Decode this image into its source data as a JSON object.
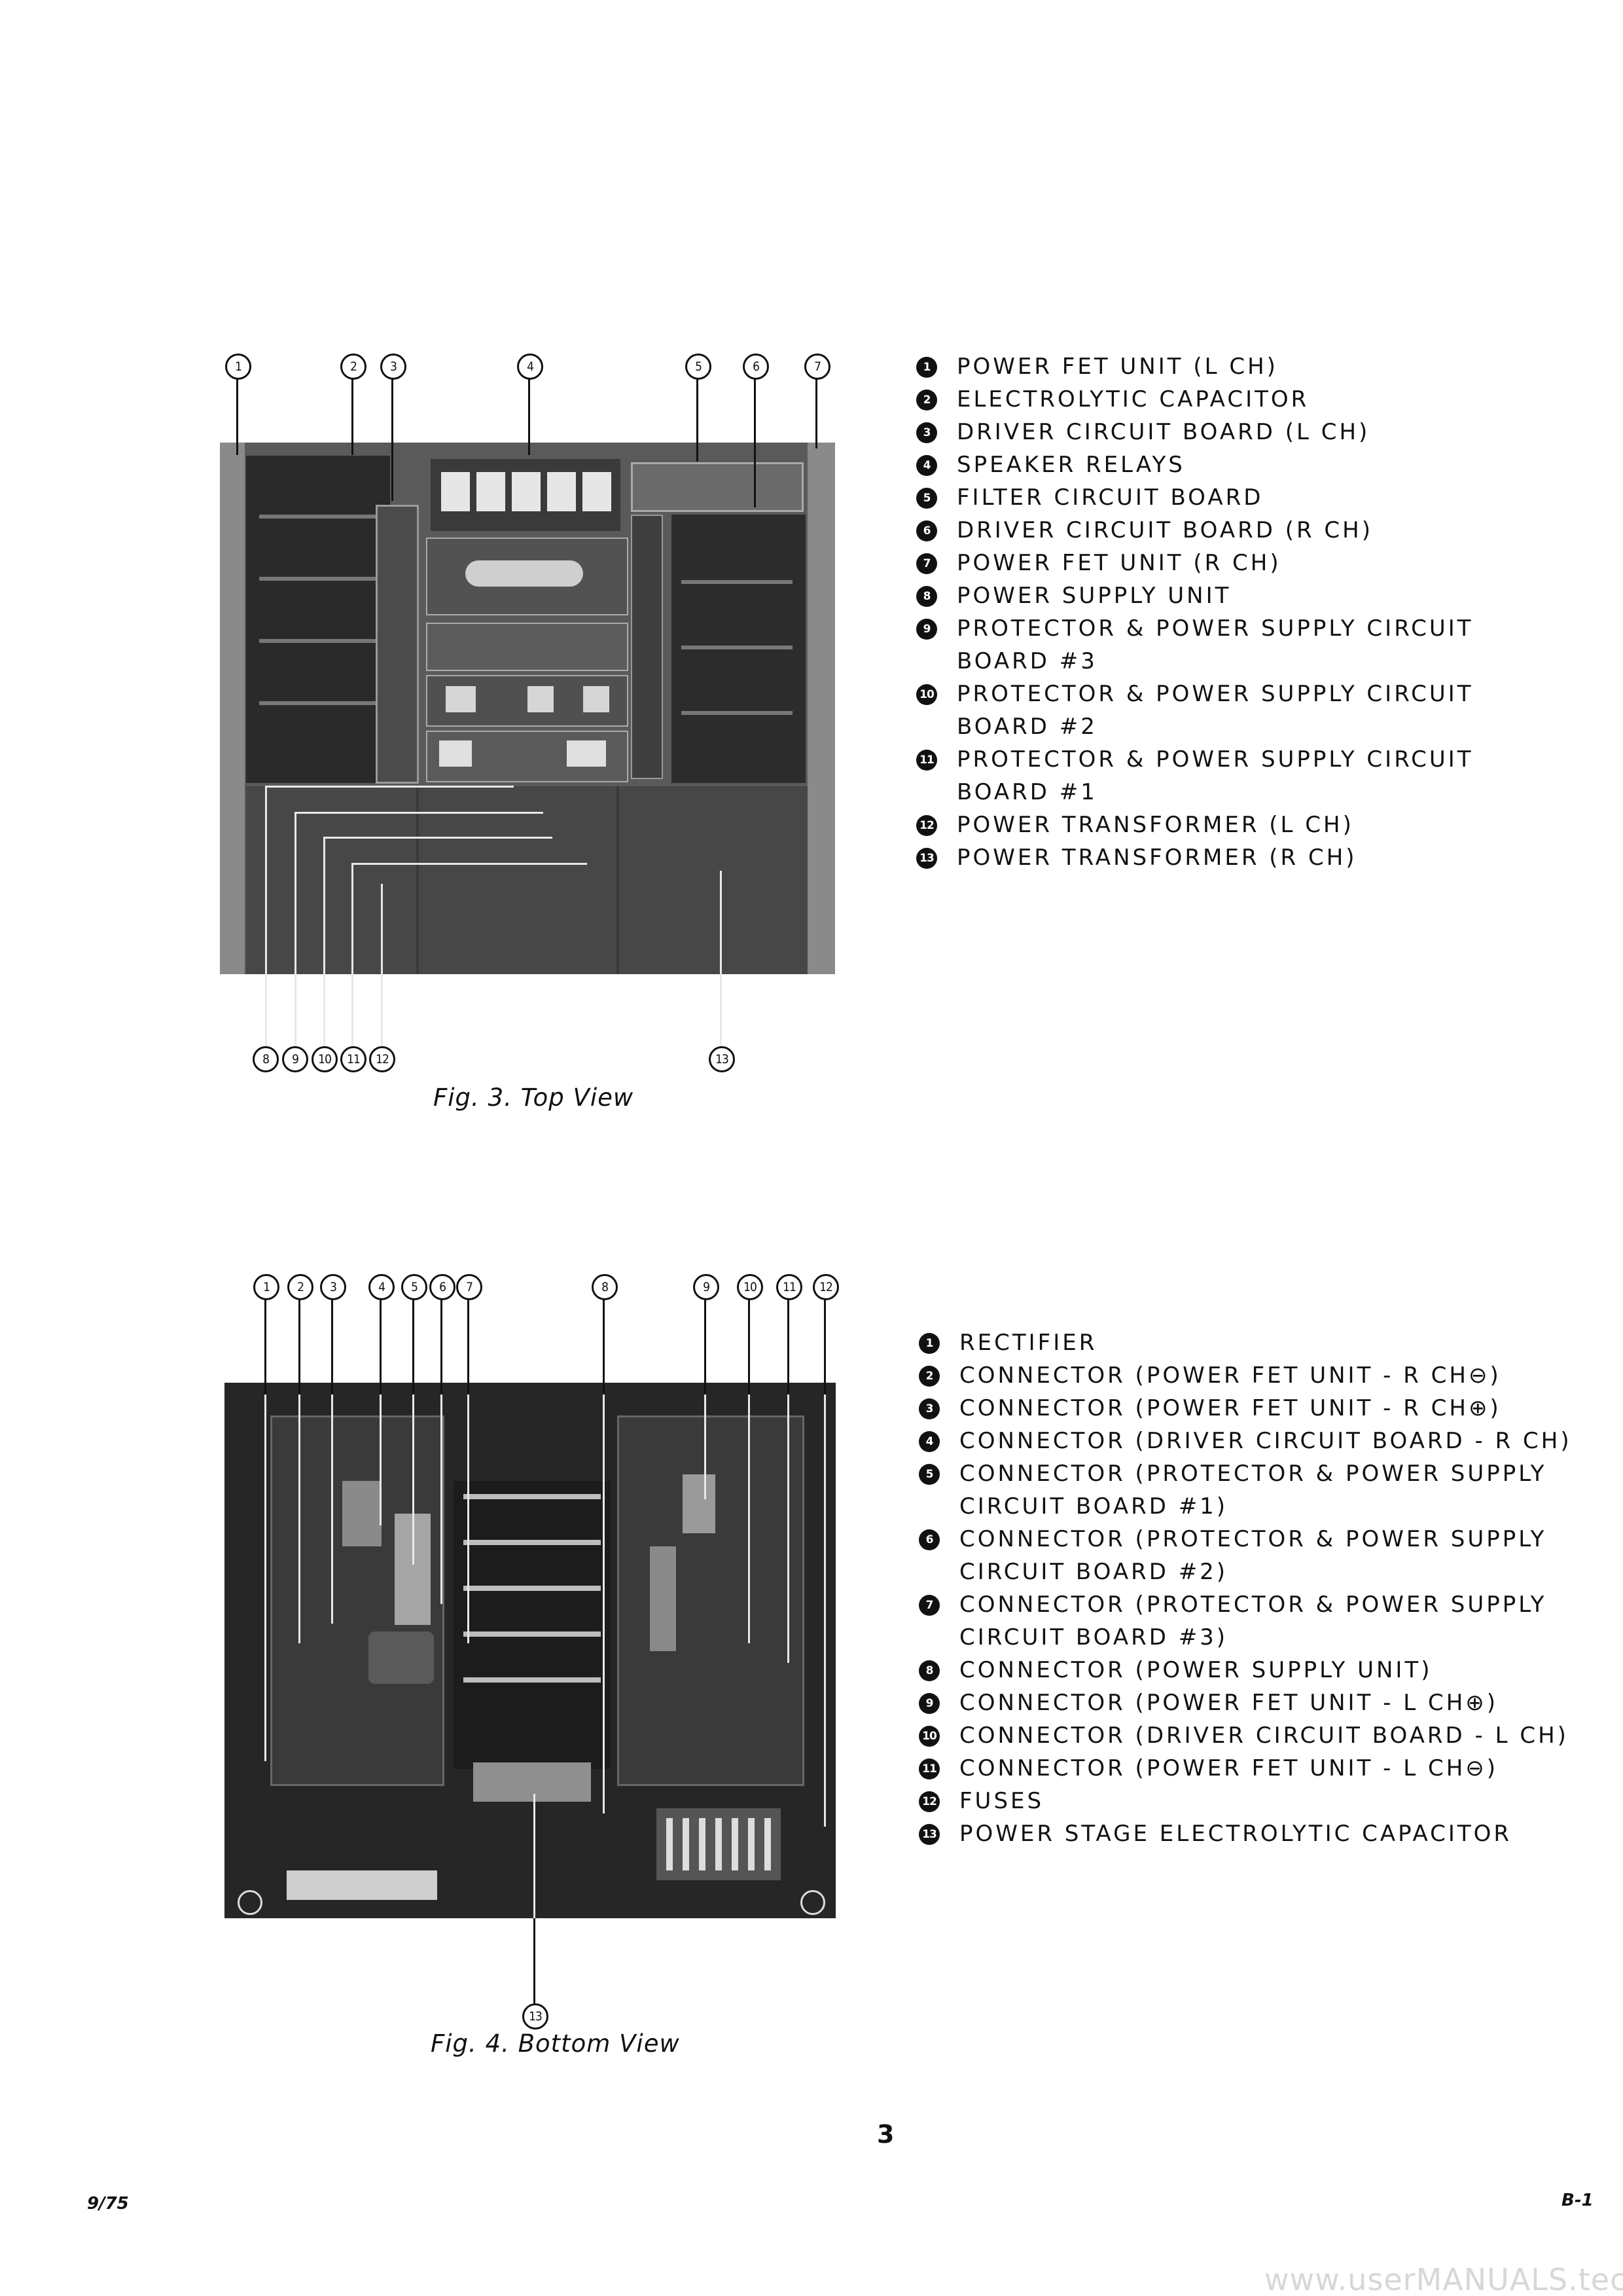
{
  "figures": {
    "top": {
      "caption": "Fig.   3. Top View",
      "callouts": [
        "1",
        "2",
        "3",
        "4",
        "5",
        "6",
        "7",
        "8",
        "9",
        "10",
        "11",
        "12",
        "13"
      ],
      "legend": [
        {
          "num": "1",
          "text": "POWER FET UNIT (L CH)"
        },
        {
          "num": "2",
          "text": "ELECTROLYTIC CAPACITOR"
        },
        {
          "num": "3",
          "text": "DRIVER CIRCUIT BOARD (L CH)"
        },
        {
          "num": "4",
          "text": "SPEAKER RELAYS"
        },
        {
          "num": "5",
          "text": "FILTER CIRCUIT BOARD"
        },
        {
          "num": "6",
          "text": "DRIVER CIRCUIT BOARD (R CH)"
        },
        {
          "num": "7",
          "text": "POWER FET UNIT (R CH)"
        },
        {
          "num": "8",
          "text": "POWER SUPPLY UNIT"
        },
        {
          "num": "9",
          "text": "PROTECTOR & POWER SUPPLY CIRCUIT",
          "cont": "BOARD #3"
        },
        {
          "num": "10",
          "text": "PROTECTOR & POWER SUPPLY CIRCUIT",
          "cont": "BOARD #2"
        },
        {
          "num": "11",
          "text": "PROTECTOR & POWER SUPPLY CIRCUIT",
          "cont": "BOARD #1"
        },
        {
          "num": "12",
          "text": "POWER TRANSFORMER (L CH)"
        },
        {
          "num": "13",
          "text": "POWER TRANSFORMER (R CH)"
        }
      ]
    },
    "bottom": {
      "caption": "Fig. 4. Bottom View",
      "callouts": [
        "1",
        "2",
        "3",
        "4",
        "5",
        "6",
        "7",
        "8",
        "9",
        "10",
        "11",
        "12",
        "13"
      ],
      "legend": [
        {
          "num": "1",
          "text": "RECTIFIER"
        },
        {
          "num": "2",
          "text": "CONNECTOR (POWER FET UNIT - R CH⊖)"
        },
        {
          "num": "3",
          "text": "CONNECTOR (POWER FET UNIT - R CH⊕)"
        },
        {
          "num": "4",
          "text": "CONNECTOR (DRIVER CIRCUIT BOARD - R CH)"
        },
        {
          "num": "5",
          "text": "CONNECTOR (PROTECTOR & POWER SUPPLY",
          "cont": "CIRCUIT BOARD #1)"
        },
        {
          "num": "6",
          "text": "CONNECTOR (PROTECTOR & POWER SUPPLY",
          "cont": "CIRCUIT BOARD #2)"
        },
        {
          "num": "7",
          "text": "CONNECTOR (PROTECTOR & POWER SUPPLY",
          "cont": "CIRCUIT BOARD #3)"
        },
        {
          "num": "8",
          "text": "CONNECTOR (POWER SUPPLY UNIT)"
        },
        {
          "num": "9",
          "text": "CONNECTOR (POWER FET UNIT - L CH⊕)"
        },
        {
          "num": "10",
          "text": "CONNECTOR (DRIVER CIRCUIT BOARD - L CH)"
        },
        {
          "num": "11",
          "text": "CONNECTOR (POWER FET UNIT - L CH⊖)"
        },
        {
          "num": "12",
          "text": "FUSES"
        },
        {
          "num": "13",
          "text": "POWER STAGE ELECTROLYTIC CAPACITOR"
        }
      ]
    }
  },
  "footer": {
    "page_number": "3",
    "date": "9/75",
    "code": "B-1",
    "watermark": "www.userMANUALS.tech"
  }
}
